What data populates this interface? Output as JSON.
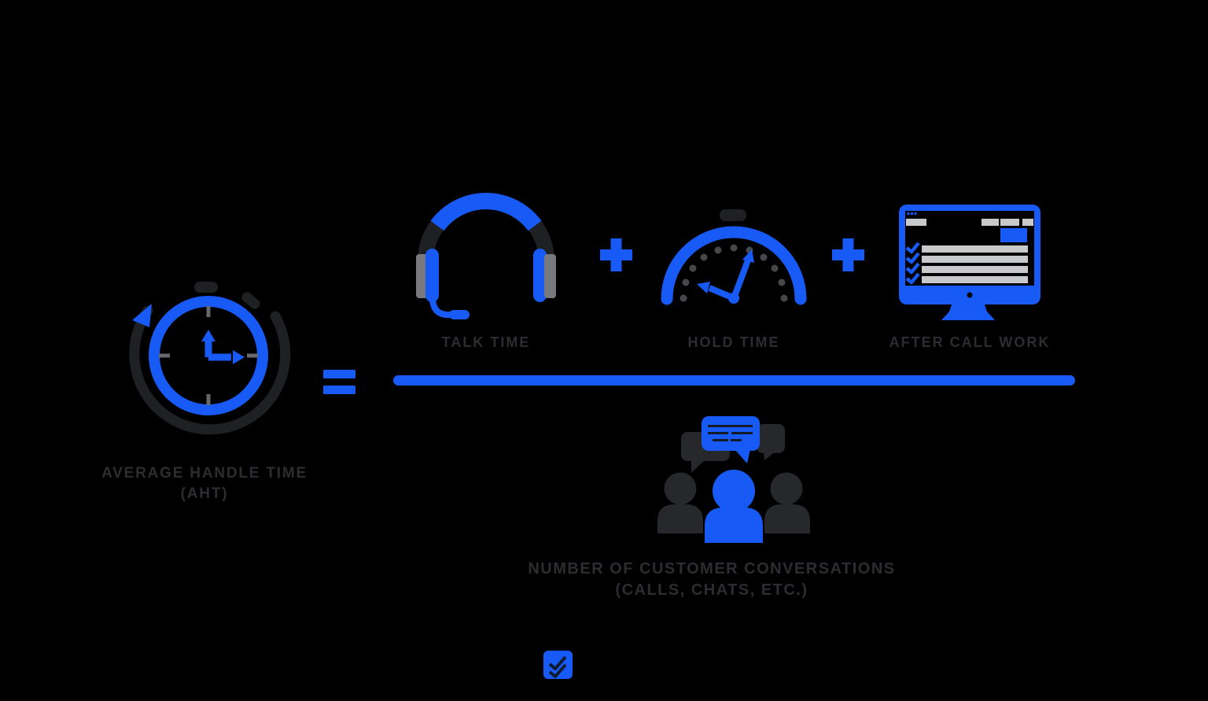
{
  "title": "Average Handle Time (AHT) formula infographic",
  "colors": {
    "background": "#000000",
    "accent_blue": "#175AF5",
    "icon_dark": "#1E2024",
    "figure_dark": "#26282C",
    "mid_gray": "#77797D",
    "tick_gray": "#66686C",
    "dot_gray": "#45474B",
    "light_gray": "#C7C9CB",
    "label_text": "#2B2D31",
    "bubble_line_dark": "#141B26",
    "logo_check_dark": "#0E1C30"
  },
  "formula": {
    "result": {
      "icon": "rotating-stopwatch-icon",
      "label_line1": "AVERAGE HANDLE TIME",
      "label_line2": "(AHT)"
    },
    "equals_operator": "=",
    "plus_operator": "+",
    "numerator_terms": [
      {
        "icon": "headset-icon",
        "label": "TALK TIME"
      },
      {
        "icon": "hold-timer-icon",
        "label": "HOLD TIME"
      },
      {
        "icon": "monitor-checklist-icon",
        "label": "AFTER CALL WORK"
      }
    ],
    "denominator": {
      "icon": "customer-conversations-icon",
      "label_line1": "NUMBER OF CUSTOMER CONVERSATIONS",
      "label_line2": "(CALLS, CHATS, ETC.)"
    }
  },
  "footer": {
    "logo_icon": "double-checkmark-logo"
  }
}
